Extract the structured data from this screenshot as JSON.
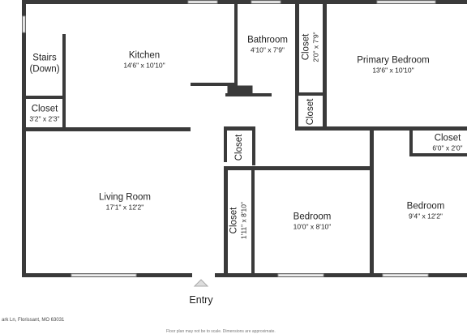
{
  "rooms": {
    "stairs": {
      "name": "Stairs\n(Down)"
    },
    "closet_left": {
      "name": "Closet",
      "dims": "3'2\" x 2'3\""
    },
    "kitchen": {
      "name": "Kitchen",
      "dims": "14'6\" x 10'10\""
    },
    "bathroom": {
      "name": "Bathroom",
      "dims": "4'10\" x 7'9\""
    },
    "closet_bath": {
      "name": "Closet",
      "dims": "2'0\" x 7'9\""
    },
    "primary_bedroom": {
      "name": "Primary Bedroom",
      "dims": "13'6\" x 10'10\""
    },
    "closet_small": {
      "name": "Closet"
    },
    "closet_hall": {
      "name": "Closet"
    },
    "closet_right": {
      "name": "Closet",
      "dims": "6'0\" x 2'0\""
    },
    "living_room": {
      "name": "Living Room",
      "dims": "17'1\" x 12'2\""
    },
    "closet_mid": {
      "name": "Closet",
      "dims": "1'11\" x 8'10\""
    },
    "bedroom_mid": {
      "name": "Bedroom",
      "dims": "10'0\" x 8'10\""
    },
    "bedroom_right": {
      "name": "Bedroom",
      "dims": "9'4\" x 12'2\""
    }
  },
  "entry_label": "Entry",
  "address": "ark Ln, Florissant, MO 63031",
  "disclaimer": "Floor plan may not be to scale. Dimensions are approximate."
}
